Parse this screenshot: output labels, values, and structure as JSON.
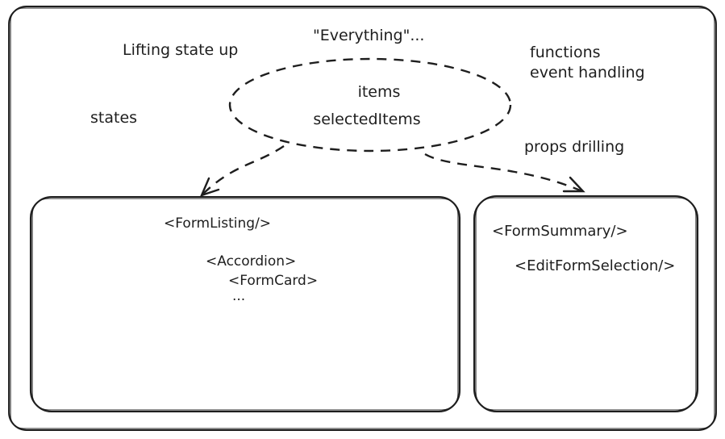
{
  "canvas": {
    "background": "#ffffff",
    "stroke_color": "#1e1e1e"
  },
  "labels": {
    "lifting_state_up": "Lifting state up",
    "everything": "\"Everything\"...",
    "functions": "functions",
    "event_handling": "event handling",
    "states": "states",
    "props_drilling": "props drilling"
  },
  "state_bubble": {
    "items": "items",
    "items_color": "#1c7ed6",
    "selected_items": "selectedItems",
    "selected_items_color": "#e03131"
  },
  "left_box": {
    "title": "<FormListing/>",
    "children": [
      "<Accordion>",
      "<FormCard>",
      "..."
    ]
  },
  "right_box": {
    "title": "<FormSummary/>",
    "children": [
      "<EditFormSelection/>"
    ]
  }
}
